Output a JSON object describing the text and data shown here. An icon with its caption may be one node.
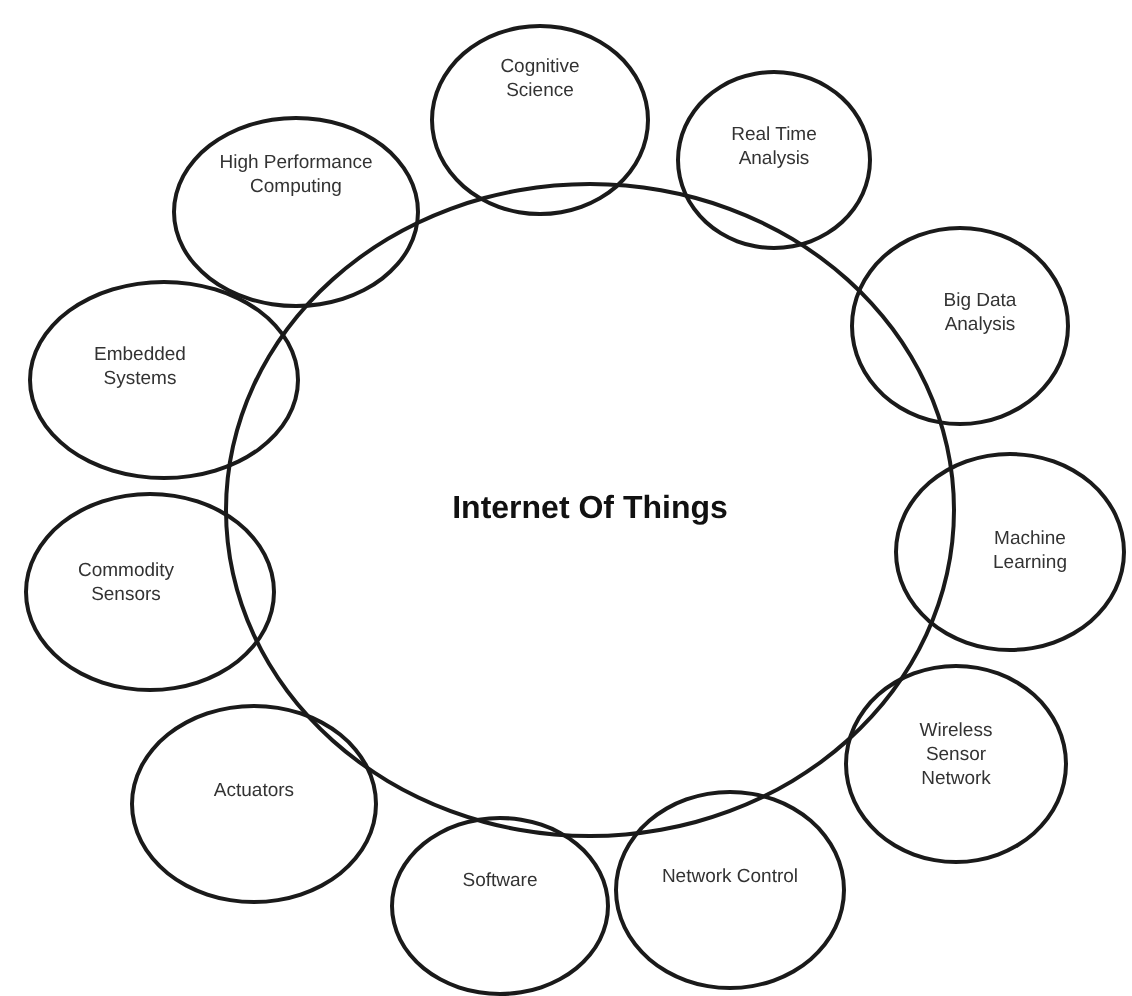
{
  "diagram": {
    "nodes": [
      {
        "text": [
          "Internet Of Things"
        ]
      },
      {
        "text": [
          "High Performance Computing"
        ]
      },
      {
        "text": [
          "Cognitive Science"
        ]
      },
      {
        "text": [
          "Real Time Analysis"
        ]
      },
      {
        "text": [
          "Big Data Analysis"
        ]
      },
      {
        "text": [
          "Machine Learning"
        ]
      },
      {
        "text": [
          "Wireless Sensor Network"
        ]
      },
      {
        "text": [
          "Network Control"
        ]
      },
      {
        "text": [
          "Software"
        ]
      },
      {
        "text": [
          "Actuators"
        ]
      },
      {
        "text": [
          "Commodity Sensors"
        ]
      },
      {
        "text": [
          "Embedded Systems"
        ]
      }
    ]
  }
}
